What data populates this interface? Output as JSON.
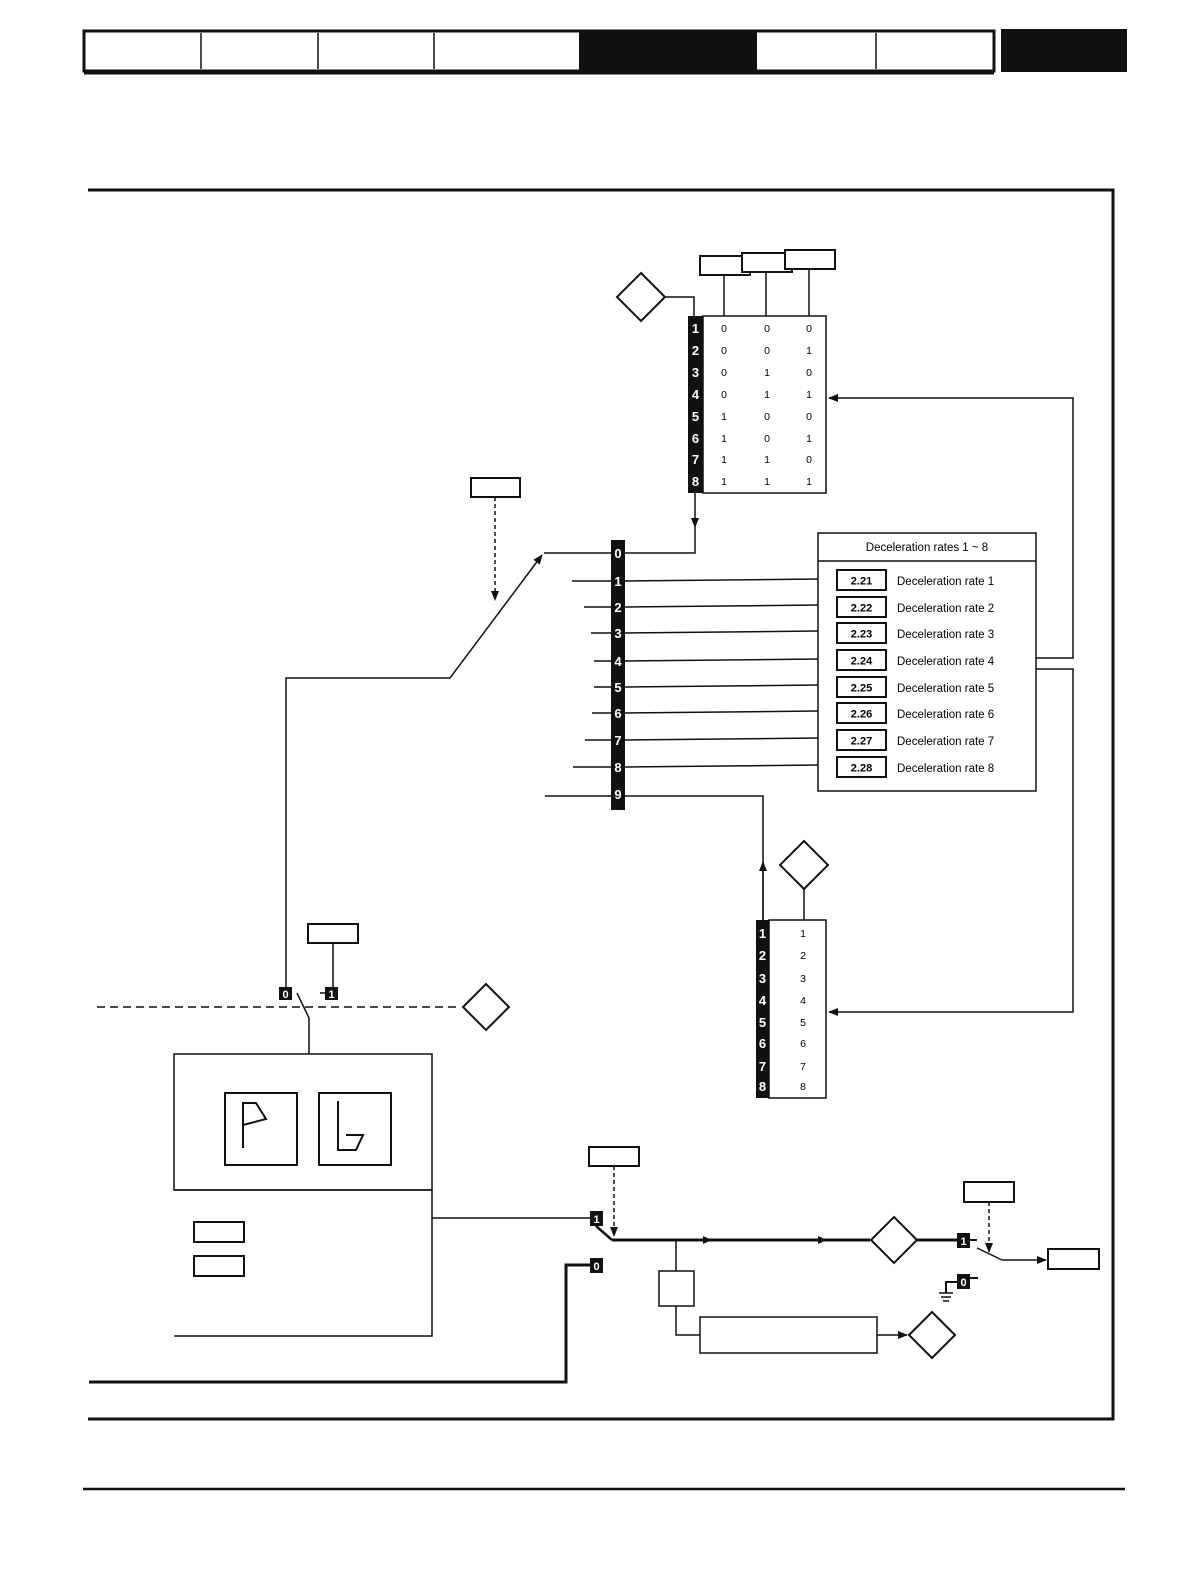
{
  "header": {
    "tabs": [
      "",
      "",
      "",
      "",
      "",
      "",
      ""
    ],
    "active_tab_index": 4,
    "page_box": ""
  },
  "decel_table": {
    "title": "Deceleration rates 1 ~ 8",
    "rows": [
      {
        "param": "2.21",
        "label": "Deceleration rate 1"
      },
      {
        "param": "2.22",
        "label": "Deceleration rate 2"
      },
      {
        "param": "2.23",
        "label": "Deceleration rate 3"
      },
      {
        "param": "2.24",
        "label": "Deceleration rate 4"
      },
      {
        "param": "2.25",
        "label": "Deceleration rate 5"
      },
      {
        "param": "2.26",
        "label": "Deceleration rate 6"
      },
      {
        "param": "2.27",
        "label": "Deceleration rate 7"
      },
      {
        "param": "2.28",
        "label": "Deceleration rate 8"
      }
    ]
  },
  "binary_table": {
    "index_labels": [
      "1",
      "2",
      "3",
      "4",
      "5",
      "6",
      "7",
      "8"
    ],
    "rows": [
      [
        "0",
        "0",
        "0"
      ],
      [
        "0",
        "0",
        "1"
      ],
      [
        "0",
        "1",
        "0"
      ],
      [
        "0",
        "1",
        "1"
      ],
      [
        "1",
        "0",
        "0"
      ],
      [
        "1",
        "0",
        "1"
      ],
      [
        "1",
        "1",
        "0"
      ],
      [
        "1",
        "1",
        "1"
      ]
    ]
  },
  "selector_bar": {
    "labels": [
      "0",
      "1",
      "2",
      "3",
      "4",
      "5",
      "6",
      "7",
      "8",
      "9"
    ]
  },
  "preset_table": {
    "index_labels": [
      "1",
      "2",
      "3",
      "4",
      "5",
      "6",
      "7",
      "8"
    ],
    "values": [
      "1",
      "2",
      "3",
      "4",
      "5",
      "6",
      "7",
      "8"
    ]
  },
  "switches": {
    "mode_switch": {
      "left": "0",
      "right": "1"
    },
    "output_switch": {
      "upper": "1",
      "lower": "0"
    },
    "final_switch": {
      "upper": "1",
      "lower": "0"
    }
  },
  "keypad": {
    "key_left": "P",
    "key_right": "b"
  },
  "footer": {
    "text": ""
  }
}
